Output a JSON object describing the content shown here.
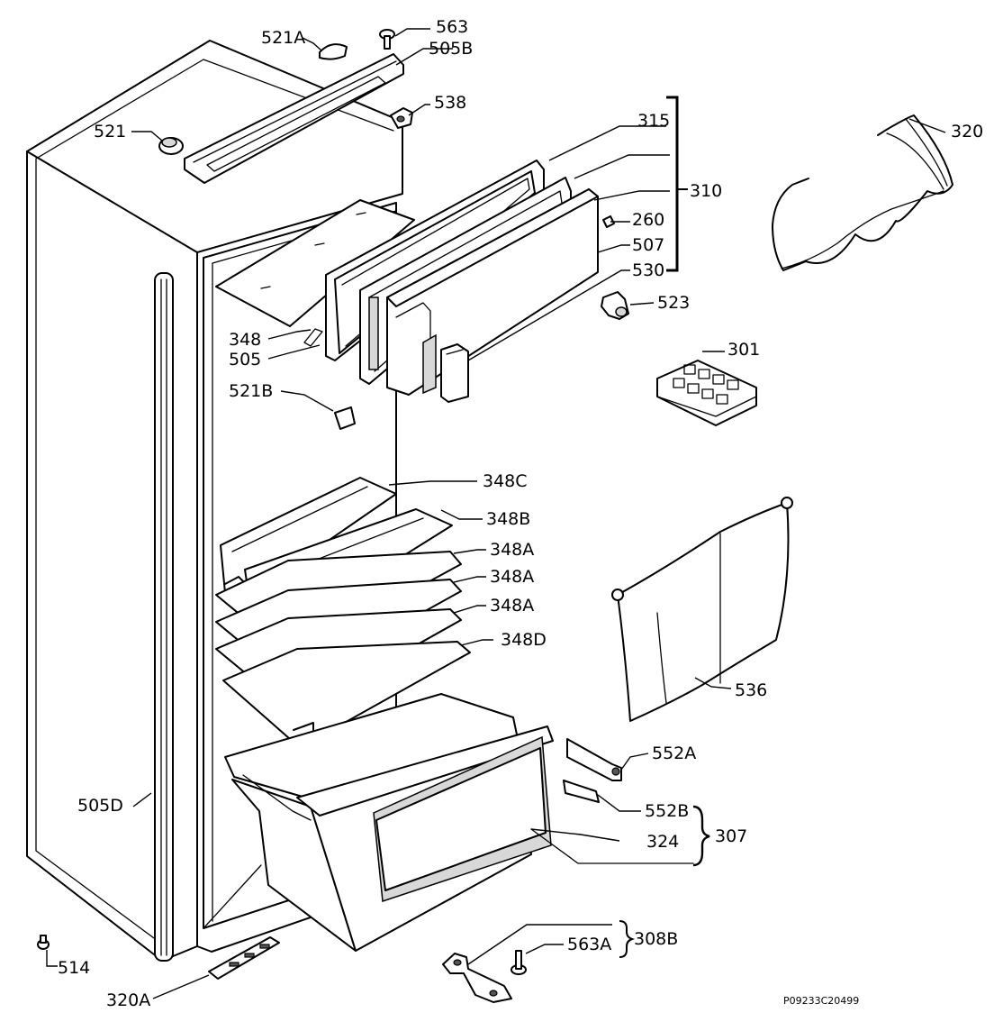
{
  "labels": {
    "l563": "563",
    "l521A": "521A",
    "l505B": "505B",
    "l538": "538",
    "l521": "521",
    "l315": "315",
    "l320": "320",
    "l310": "310",
    "l260": "260",
    "l507": "507",
    "l530": "530",
    "l523": "523",
    "l348": "348",
    "l505": "505",
    "l301": "301",
    "l521B": "521B",
    "l348C": "348C",
    "l348B": "348B",
    "l348A1": "348A",
    "l348A2": "348A",
    "l348A3": "348A",
    "l348D": "348D",
    "l536": "536",
    "l552A": "552A",
    "l552B": "552B",
    "l307": "307",
    "l324": "324",
    "l505D": "505D",
    "l563A": "563A",
    "l308B": "308B",
    "l514": "514",
    "l320A": "320A"
  },
  "drawing_code": "P09233C20499"
}
